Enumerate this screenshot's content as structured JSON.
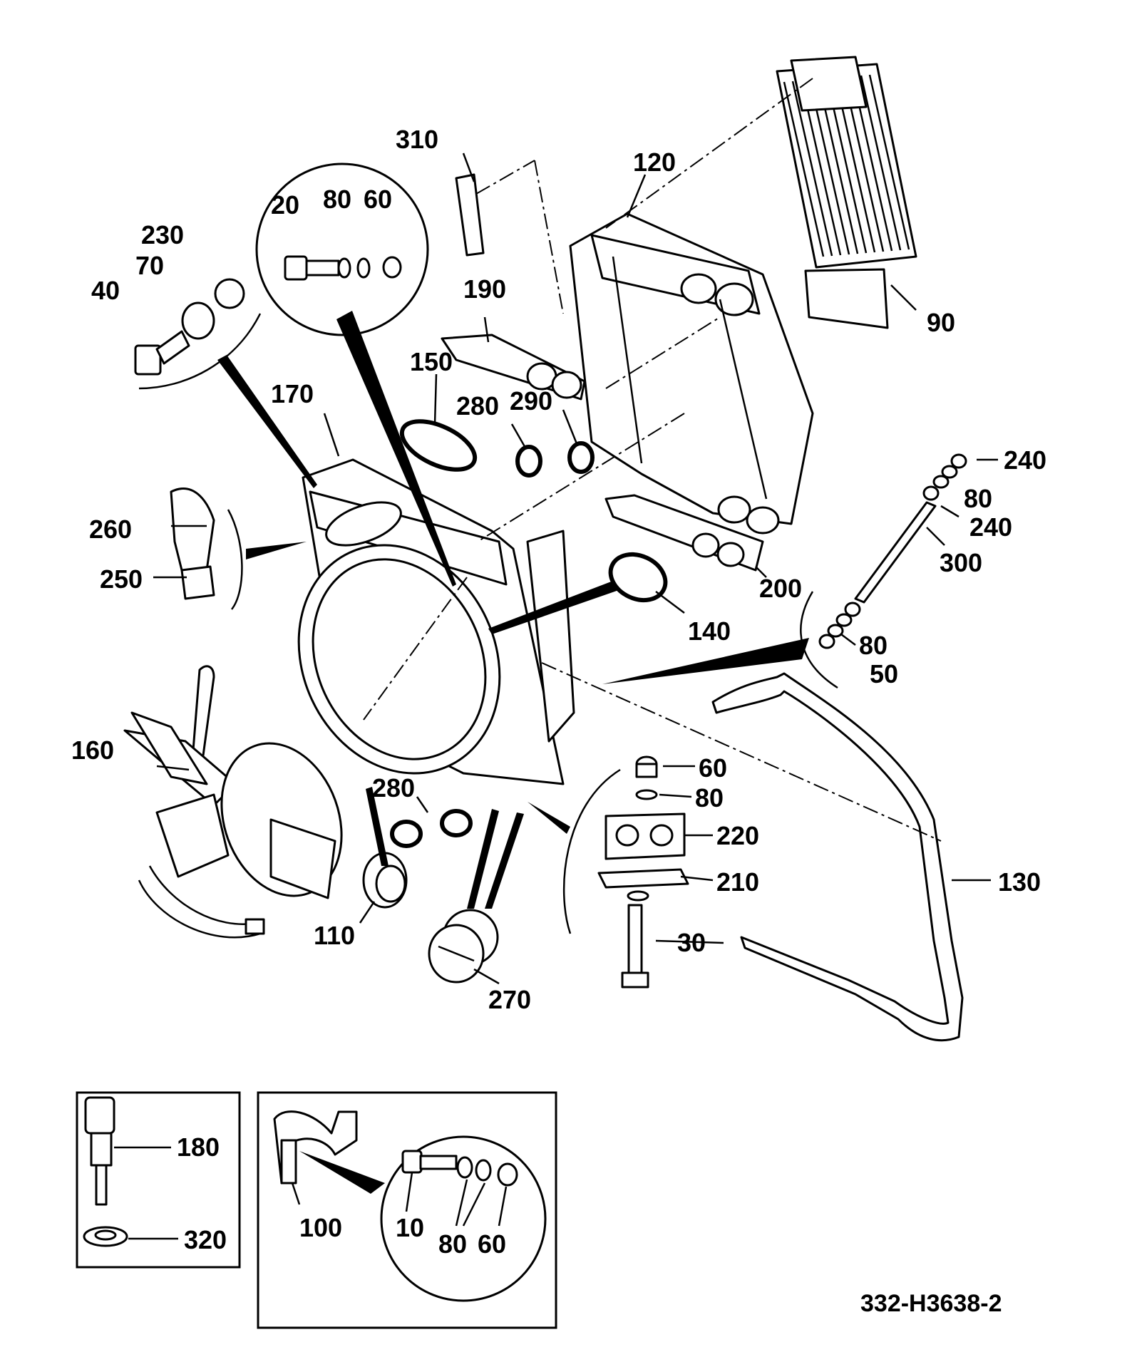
{
  "reference_code": "332-H3638-2",
  "part_labels": {
    "p10": "10",
    "p20": "20",
    "p30": "30",
    "p40": "40",
    "p50": "50",
    "p60_detail": "60",
    "p60_mount": "60",
    "p60_inset": "60",
    "p70": "70",
    "p80_detail": "80",
    "p80_rod_top": "80",
    "p80_rod_bottom": "80",
    "p80_mount": "80",
    "p80_inset": "80",
    "p90": "90",
    "p100": "100",
    "p110": "110",
    "p120": "120",
    "p130": "130",
    "p140": "140",
    "p150": "150",
    "p160": "160",
    "p170": "170",
    "p180": "180",
    "p190": "190",
    "p200": "200",
    "p210": "210",
    "p220": "220",
    "p230": "230",
    "p240_top": "240",
    "p240_bottom": "240",
    "p250": "250",
    "p260": "260",
    "p270": "270",
    "p280_top": "280",
    "p280_bottom": "280",
    "p290": "290",
    "p300": "300",
    "p310": "310",
    "p320": "320"
  }
}
